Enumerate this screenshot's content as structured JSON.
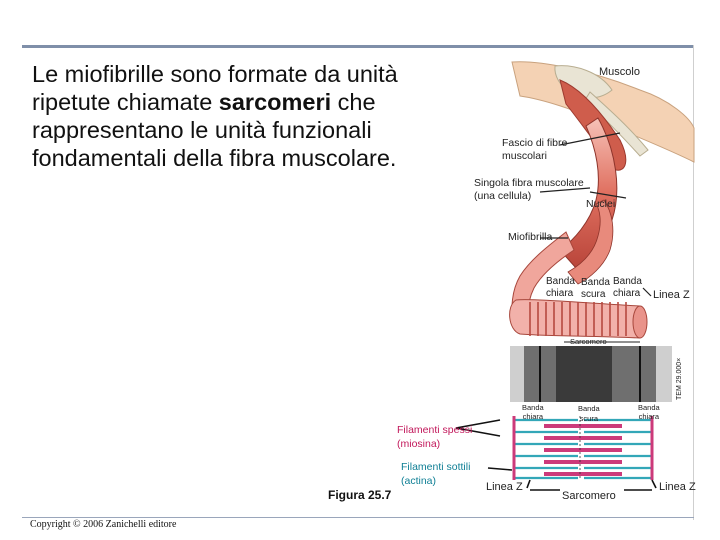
{
  "slide": {
    "heading_pre": "Le miofibrille sono formate da unità ripetute chiamate ",
    "heading_bold": "sarcomeri",
    "heading_post": " che rappresentano le unità funzionali fondamentali della fibra muscolare.",
    "figure_caption": "Figura 25.7",
    "copyright": "Copyright © 2006 Zanichelli editore"
  },
  "diagram": {
    "muscolo": "Muscolo",
    "fascio_line1": "Fascio di fibre",
    "fascio_line2": "muscolari",
    "singola_line1": "Singola fibra muscolare",
    "singola_line2": "(una cellula)",
    "nuclei": "Nuclei",
    "miofibrilla": "Miofibrilla",
    "banda_top": "Banda",
    "chiara_left": "chiara",
    "banda_scura_top": "Banda",
    "scura_mid": "scura",
    "banda_top_right": "Banda",
    "chiara_right": "chiara",
    "linea_z_top": "Linea Z",
    "sarcomero_small": "Sarcomero",
    "tem": "TEM 29.000×",
    "banda_chiara_l1": "Banda",
    "banda_chiara_l2": "chiara",
    "banda_scura_l1": "Banda",
    "banda_scura_l2": "scura",
    "banda_chiara_r1": "Banda",
    "banda_chiara_r2": "chiara",
    "filamenti_spessi_1": "Filamenti spessi",
    "filamenti_spessi_2": "(miosina)",
    "filamenti_sottili_1": "Filamenti sottili",
    "filamenti_sottili_2": "(actina)",
    "linea_z_left": "Linea Z",
    "sarcomero_bottom": "Sarcomero",
    "linea_z_right": "Linea Z"
  },
  "colors": {
    "rule": "#7f8fa9",
    "muscle": "#d9534f",
    "muscle_light": "#f2b1aa",
    "thick_filament": "#cc3a7a",
    "thin_filament": "#33a7b8"
  }
}
